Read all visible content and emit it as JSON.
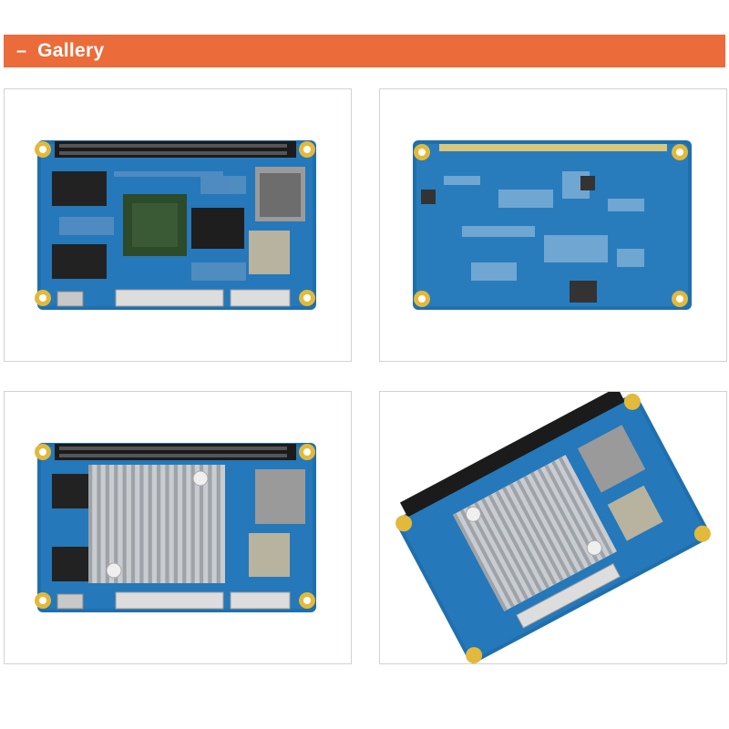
{
  "header": {
    "dash": "–",
    "title": "Gallery"
  },
  "colors": {
    "accent": "#ec6b3a",
    "pcb": "#1f6fae",
    "gold": "#e2b93b"
  },
  "gallery": {
    "images": [
      {
        "label": "board-top-view"
      },
      {
        "label": "board-bottom-view"
      },
      {
        "label": "board-top-with-heatsink"
      },
      {
        "label": "board-angled-with-heatsink"
      }
    ]
  }
}
